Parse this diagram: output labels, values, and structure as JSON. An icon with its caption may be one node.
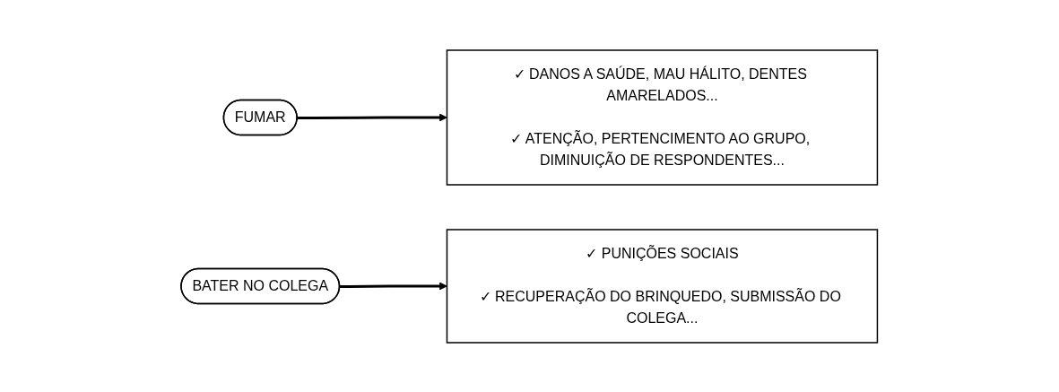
{
  "diagram": {
    "nodes": [
      {
        "text": [
          "FUMAR"
        ]
      },
      {
        "text": [
          "✓ DANOS A SAÚDE, MAU HÁLITO, DENTES AMARELADOS...",
          "✓ ATENÇÃO, PERTENCIMENTO AO GRUPO, DIMINUIÇÃO DE RESPONDENTES..."
        ]
      },
      {
        "text": [
          "BATER NO COLEGA"
        ]
      },
      {
        "text": [
          "✓ PUNIÇÕES SOCIAIS",
          "✓ RECUPERAÇÃO DO BRINQUEDO, SUBMISSÃO DO COLEGA..."
        ]
      }
    ],
    "edges": [
      {
        "from": 0,
        "to": 1,
        "arrow": "to"
      },
      {
        "from": 2,
        "to": 3,
        "arrow": "to"
      }
    ]
  }
}
